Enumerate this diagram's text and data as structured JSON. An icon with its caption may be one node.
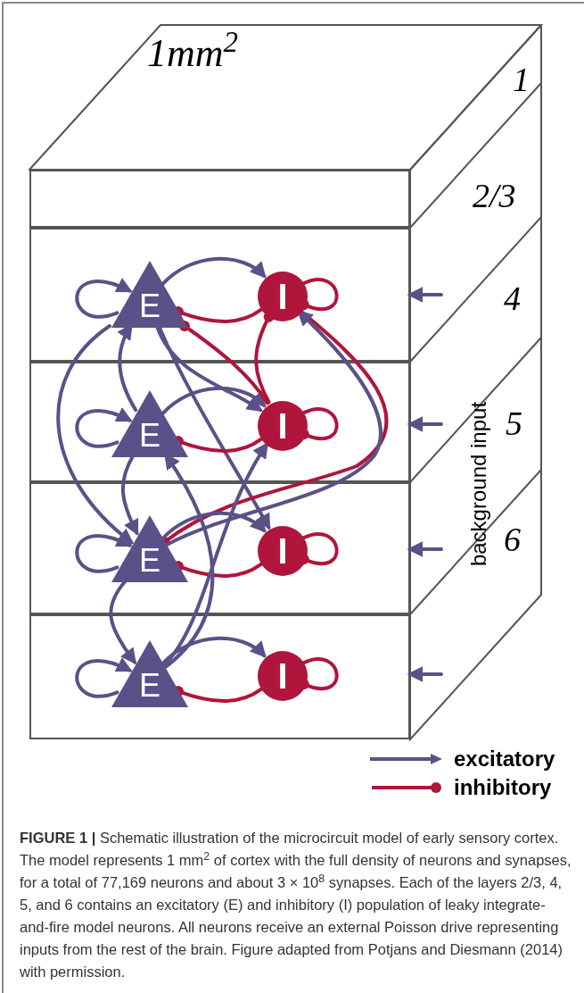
{
  "diagram": {
    "caption": "**FIGURE 1 |** Schematic illustration of the microcircuit model of early sensory cortex. The model represents 1 mm$^{2}$ of cortex with the full density of neurons and synapses, for a total of 77,169 neurons and about 3 × 10$^{8}$ synapses. Each of the layers 2/3, 4, 5, and 6 contains an excitatory (E) and inhibitory (I) population of leaky integrate-and-fire model neurons. All neurons receive an external Poisson drive representing inputs from the rest of the brain. Figure adapted from Potjans and Diesmann (2014) with permission.",
    "nodes": [
      {
        "text": [],
        "shape": "box"
      },
      {
        "text": [],
        "shape": "box"
      },
      {
        "text": [
          "E"
        ],
        "in": 1
      },
      {
        "text": [
          "I"
        ],
        "in": 1
      },
      {
        "text": [],
        "shape": "box"
      },
      {
        "text": [
          "E"
        ],
        "in": 4
      },
      {
        "text": [
          "I"
        ],
        "in": 4
      },
      {
        "text": [],
        "shape": "box"
      },
      {
        "text": [
          "E"
        ],
        "in": 7
      },
      {
        "text": [
          "I"
        ],
        "in": 7
      },
      {
        "text": [],
        "shape": "box"
      },
      {
        "text": [
          "E"
        ],
        "in": 10
      },
      {
        "text": [
          "I"
        ],
        "in": 10
      }
    ],
    "edges": [
      {
        "from": 2,
        "to": 2,
        "arrow": "to"
      },
      {
        "from": 2,
        "to": 3,
        "arrow": "to"
      },
      {
        "from": 3,
        "to": 2,
        "arrow": "other",
        "color": "#b0153b"
      },
      {
        "from": 3,
        "to": 3,
        "arrow": "other",
        "color": "#b0153b"
      },
      {
        "from": 2,
        "to": 6,
        "arrow": "to"
      },
      {
        "from": 2,
        "to": 8,
        "arrow": "to"
      },
      {
        "from": 2,
        "to": 9,
        "arrow": "to"
      },
      {
        "from": 3,
        "to": 8,
        "arrow": "other",
        "color": "#b0153b"
      },
      {
        "from": 5,
        "to": 5,
        "arrow": "to"
      },
      {
        "from": 5,
        "to": 6,
        "arrow": "to"
      },
      {
        "from": 6,
        "to": 5,
        "arrow": "other",
        "color": "#b0153b"
      },
      {
        "from": 6,
        "to": 6,
        "arrow": "other",
        "color": "#b0153b"
      },
      {
        "from": 5,
        "to": 2,
        "arrow": "to"
      },
      {
        "from": 6,
        "to": 2,
        "arrow": "other",
        "color": "#b0153b"
      },
      {
        "from": 6,
        "to": 3,
        "arrow": "other",
        "color": "#b0153b"
      },
      {
        "from": 5,
        "to": 8,
        "arrow": "to"
      },
      {
        "from": 8,
        "to": 8,
        "arrow": "to"
      },
      {
        "from": 8,
        "to": 9,
        "arrow": "to"
      },
      {
        "from": 9,
        "to": 8,
        "arrow": "other",
        "color": "#b0153b"
      },
      {
        "from": 9,
        "to": 9,
        "arrow": "other",
        "color": "#b0153b"
      },
      {
        "from": 8,
        "to": 3,
        "arrow": "to"
      },
      {
        "from": 8,
        "to": 11,
        "arrow": "to"
      },
      {
        "from": 11,
        "to": 11,
        "arrow": "to"
      },
      {
        "from": 11,
        "to": 12,
        "arrow": "to"
      },
      {
        "from": 12,
        "to": 11,
        "arrow": "other",
        "color": "#b0153b"
      },
      {
        "from": 12,
        "to": 12,
        "arrow": "other",
        "color": "#b0153b"
      },
      {
        "from": 11,
        "to": 5,
        "arrow": "to"
      },
      {
        "from": 11,
        "to": 6,
        "arrow": "to"
      },
      {
        "from": null,
        "to": 1,
        "arrow": "to"
      },
      {
        "from": null,
        "to": 4,
        "arrow": "to"
      },
      {
        "from": null,
        "to": 7,
        "arrow": "to"
      },
      {
        "from": null,
        "to": 10,
        "arrow": "to"
      }
    ],
    "labels": [
      "1mm$^{2}$",
      "1",
      "2/3",
      "4",
      "5",
      "6",
      "background input"
    ],
    "legend": [
      {
        "text": "excitatory"
      },
      {
        "text": "inhibitory"
      }
    ]
  }
}
